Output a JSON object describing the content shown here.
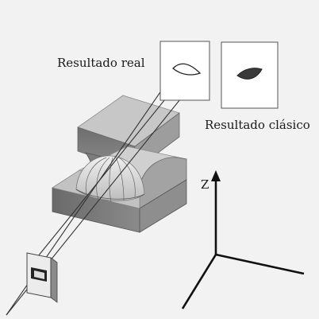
{
  "labels": {
    "real_result": "Resultado real",
    "classic_result": "Resultado clásico",
    "z_axis": "Z"
  },
  "colors": {
    "background": "#f2f2f2",
    "block_top": "#c6c6c6",
    "block_front": "#7a7a7a",
    "block_side": "#9a9a9a",
    "beam": "#333333",
    "panel": "#ffffff",
    "classic_shape": "#3a3a3a",
    "axes": "#111111"
  }
}
